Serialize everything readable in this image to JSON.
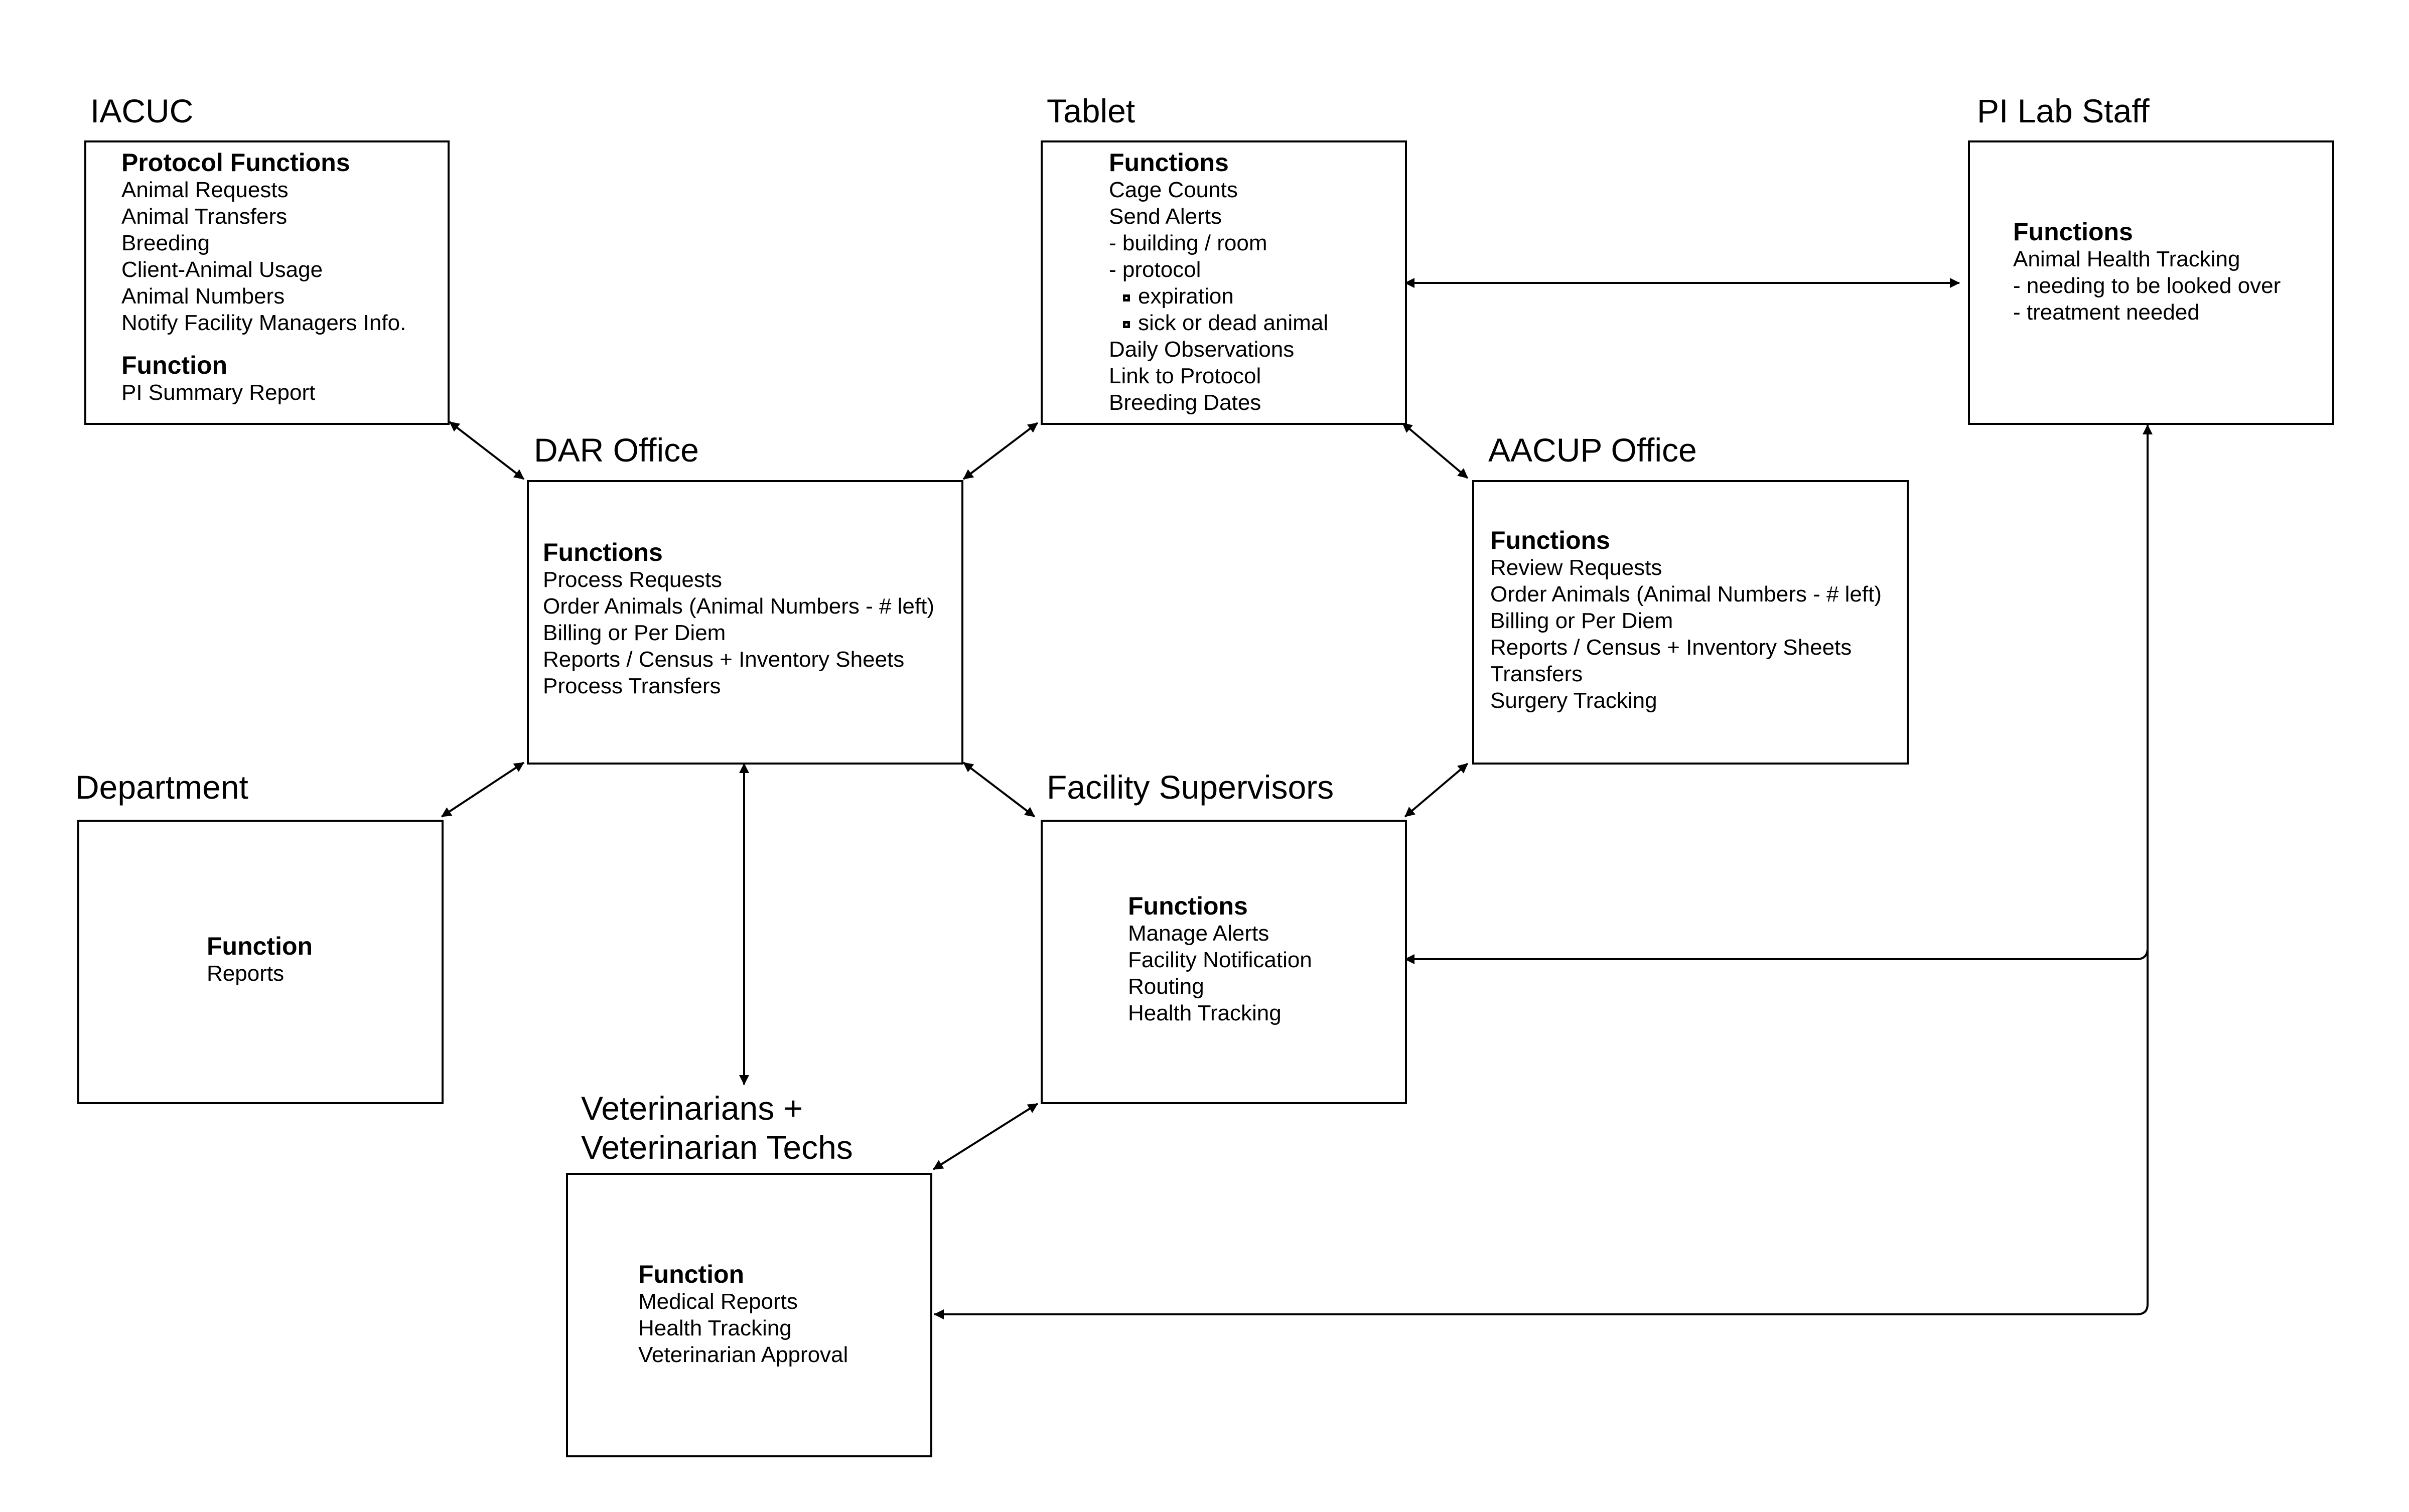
{
  "nodes": {
    "iacuc": {
      "title": "IACUC",
      "sections": [
        {
          "heading": "Protocol Functions",
          "items": [
            "Animal Requests",
            "Animal Transfers",
            "Breeding",
            "Client-Animal Usage",
            "Animal Numbers",
            "Notify Facility Managers Info."
          ]
        },
        {
          "heading": "Function",
          "items": [
            "PI Summary Report"
          ]
        }
      ]
    },
    "tablet": {
      "title": "Tablet",
      "heading": "Functions",
      "items": [
        "Cage Counts",
        "Send Alerts",
        "- building / room",
        "- protocol"
      ],
      "sub_items": [
        "expiration",
        "sick or dead animal"
      ],
      "items_after": [
        "Daily Observations",
        "Link to Protocol",
        "Breeding Dates"
      ]
    },
    "pi_lab_staff": {
      "title": "PI Lab Staff",
      "heading": "Functions",
      "items": [
        "Animal Health Tracking",
        "- needing to be looked over",
        "- treatment needed"
      ]
    },
    "dar_office": {
      "title": "DAR Office",
      "heading": "Functions",
      "items": [
        "Process Requests",
        "Order Animals (Animal Numbers - # left)",
        "Billing or Per Diem",
        "Reports / Census + Inventory Sheets",
        "Process Transfers"
      ]
    },
    "aacup_office": {
      "title": "AACUP Office",
      "heading": "Functions",
      "items": [
        "Review Requests",
        "Order Animals (Animal Numbers - # left)",
        "Billing or Per Diem",
        "Reports / Census + Inventory Sheets",
        "Transfers",
        "Surgery Tracking"
      ]
    },
    "department": {
      "title": "Department",
      "heading": "Function",
      "items": [
        "Reports"
      ]
    },
    "facility_supervisors": {
      "title": "Facility Supervisors",
      "heading": "Functions",
      "items": [
        "Manage Alerts",
        "Facility Notification",
        "Routing",
        "Health Tracking"
      ]
    },
    "veterinarians": {
      "title_lines": [
        "Veterinarians +",
        "Veterinarian Techs"
      ],
      "heading": "Function",
      "items": [
        "Medical Reports",
        "Health Tracking",
        "Veterinarian Approval"
      ]
    }
  },
  "colors": {
    "line": "#000000",
    "background": "#ffffff"
  }
}
